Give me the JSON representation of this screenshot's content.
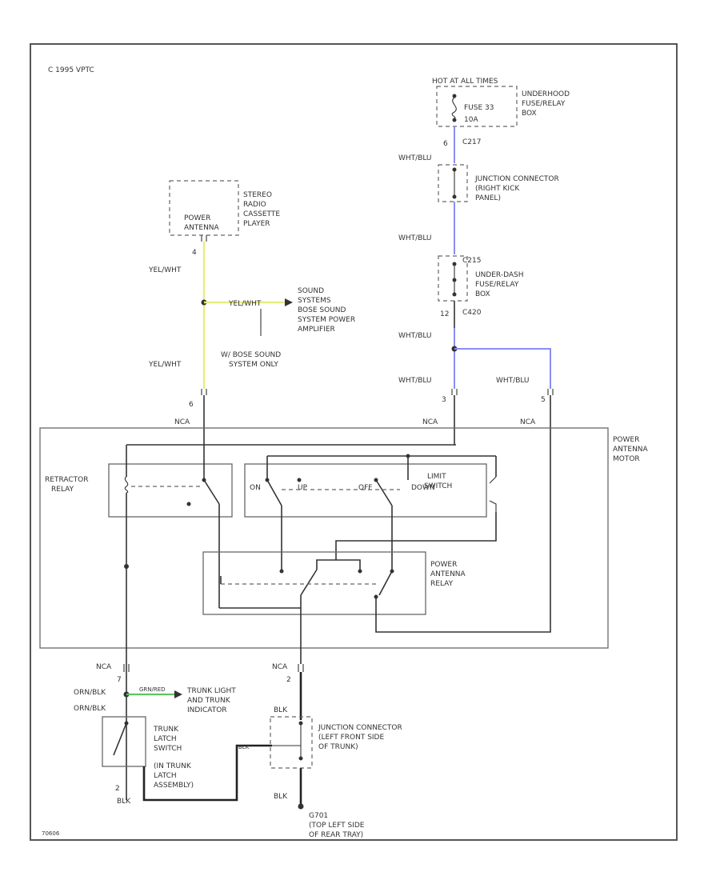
{
  "colors": {
    "yel_wht": "#e8ee80",
    "wht_blu": "#8a8ef0",
    "grn_red": "#5fc45f",
    "blk": "#222222",
    "frame": "#555555"
  },
  "frame": {
    "copyright": "C 1995 VPTC",
    "page_code": "70606"
  },
  "components": {
    "hot_label": "HOT AT ALL TIMES",
    "fuse_label": "FUSE 33",
    "fuse_amp": "10A",
    "underhood_box": [
      "UNDERHOOD",
      "FUSE/RELAY",
      "BOX"
    ],
    "jc_right_kick": [
      "JUNCTION CONNECTOR",
      "(RIGHT KICK",
      "PANEL)"
    ],
    "underdash_box": [
      "UNDER-DASH",
      "FUSE/RELAY",
      "BOX"
    ],
    "stereo_inner": [
      "POWER",
      "ANTENNA"
    ],
    "stereo_label": [
      "STEREO",
      "RADIO",
      "CASSETTE",
      "PLAYER"
    ],
    "sound_system": [
      "SOUND",
      "SYSTEMS",
      "BOSE SOUND",
      "SYSTEM POWER",
      "AMPLIFIER"
    ],
    "bose_note": [
      "W/ BOSE SOUND",
      "SYSTEM ONLY"
    ],
    "motor_label": [
      "POWER",
      "ANTENNA",
      "MOTOR"
    ],
    "retractor_relay": [
      "RETRACTOR",
      "RELAY"
    ],
    "limit_switch": [
      "LIMIT",
      "SWITCH"
    ],
    "pos_on": "ON",
    "pos_up": "UP",
    "pos_off": "OFF",
    "pos_down": "DOWN",
    "pa_relay": [
      "POWER",
      "ANTENNA",
      "RELAY"
    ],
    "trunk_light": [
      "TRUNK LIGHT",
      "AND TRUNK",
      "INDICATOR"
    ],
    "trunk_latch": [
      "TRUNK",
      "LATCH",
      "SWITCH",
      "(IN TRUNK",
      "LATCH",
      "ASSEMBLY)"
    ],
    "jc_left_front": [
      "JUNCTION CONNECTOR",
      "(LEFT FRONT SIDE",
      "OF TRUNK)"
    ],
    "ground_label": [
      "G701",
      "(TOP LEFT SIDE",
      "OF REAR TRAY)"
    ]
  },
  "connectors": {
    "c217": "C217",
    "c215": "C215",
    "c420": "C420",
    "n6a": "6",
    "n12": "12",
    "n4": "4",
    "n6b": "6",
    "n3": "3",
    "n5": "5",
    "n7": "7",
    "n2a": "2",
    "n2b": "2"
  },
  "wires": {
    "wht_blu": "WHT/BLU",
    "yel_wht": "YEL/WHT",
    "nca": "NCA",
    "grn_red": "GRN/RED",
    "grn_red_short": "GRN\nRED",
    "org_blk": "ORN/BLK",
    "blk": "BLK",
    "blk_short": "BLK"
  }
}
